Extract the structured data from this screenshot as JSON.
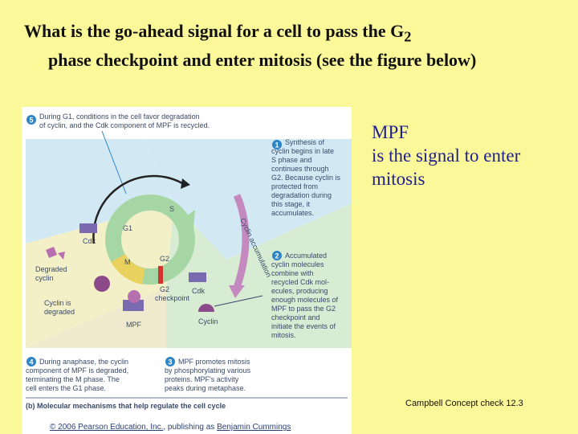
{
  "slide": {
    "question_line1": "What is the go-ahead signal for a cell to pass the G",
    "question_sub": "2",
    "question_rest": "phase checkpoint and enter mitosis (see the figure below)",
    "answer_lines": [
      "MPF",
      "is the signal to enter",
      "mitosis"
    ],
    "citation": "Campbell Concept check 12.3"
  },
  "figure": {
    "step5": [
      "During G1, conditions in the cell favor degradation",
      "of cyclin, and the Cdk component of MPF is recycled."
    ],
    "step1": [
      "Synthesis of",
      "cyclin begins in late",
      "S phase and",
      "continues through",
      "G2. Because cyclin is",
      "protected from",
      "degradation during",
      "this stage, it",
      "accumulates."
    ],
    "step2": [
      "Accumulated",
      "cyclin molecules",
      "combine with",
      "recycled Cdk mol-",
      "ecules, producing",
      "enough molecules of",
      "MPF to pass the G2",
      "checkpoint and",
      "initiate the events of",
      "mitosis."
    ],
    "step3": [
      "MPF promotes mitosis",
      "by phosphorylating various",
      "proteins. MPF's activity",
      "peaks during metaphase."
    ],
    "step4": [
      "During anaphase, the cyclin",
      "component of MPF is degraded,",
      "terminating the M phase. The",
      "cell enters the G1 phase."
    ],
    "step_numbers": [
      "1",
      "2",
      "3",
      "4",
      "5"
    ],
    "caption": "(b) Molecular mechanisms that help regulate the cell cycle",
    "labels": {
      "cdk_left": "Cdk",
      "cdk_right": "Cdk",
      "degraded_cyclin": [
        "Degraded",
        "cyclin"
      ],
      "cyclin_is_degraded": [
        "Cyclin is",
        "degraded"
      ],
      "mpf": "MPF",
      "cyclin": "Cyclin",
      "g2_checkpoint": [
        "G2",
        "checkpoint"
      ],
      "cyclin_accumulation": "Cyclin accumulation",
      "phase_g1": "G1",
      "phase_s": "S",
      "phase_g2": "G2",
      "phase_m": "M"
    },
    "copyright_prefix": "© 2006 Pearson Education, Inc.",
    "copyright_mid": ", publishing as ",
    "copyright_publisher": "Benjamin Cummings"
  },
  "colors": {
    "background": "#fbf89a",
    "answer_text": "#1f1f8f",
    "step_circle": "#2f84c6",
    "cyclin_purple": "#b86fb0",
    "zone_blue": "#d2e9f4",
    "zone_green": "#d7ecd3",
    "zone_yellow": "#f3f0c8",
    "cycle_arrow": "#a6d6a3",
    "checkpoint_red": "#d0342c"
  }
}
